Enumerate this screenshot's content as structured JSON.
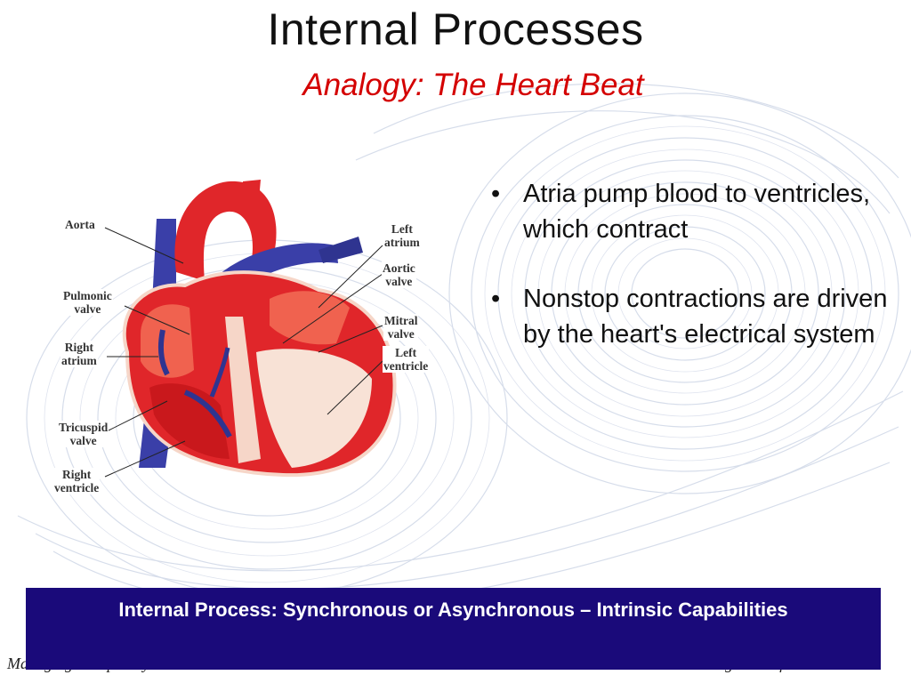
{
  "slide": {
    "title": "Internal Processes",
    "subtitle": "Analogy: The Heart Beat"
  },
  "bullets": [
    {
      "marker": "•",
      "text": "Atria pump blood to ventricles, which contract"
    },
    {
      "marker": "•",
      "text": "Nonstop contractions are driven by the heart's electrical system"
    }
  ],
  "diagram": {
    "labels": {
      "aorta": "Aorta",
      "pulmonic_valve_1": "Pulmonic",
      "pulmonic_valve_2": "valve",
      "right_atrium_1": "Right",
      "right_atrium_2": "atrium",
      "tricuspid_valve_1": "Tricuspid",
      "tricuspid_valve_2": "valve",
      "right_ventricle_1": "Right",
      "right_ventricle_2": "ventricle",
      "left_atrium_1": "Left",
      "left_atrium_2": "atrium",
      "aortic_valve_1": "Aortic",
      "aortic_valve_2": "valve",
      "mitral_valve_1": "Mitral",
      "mitral_valve_2": "valve",
      "left_ventricle_1": "Left",
      "left_ventricle_2": "ventricle"
    }
  },
  "banner": {
    "text": "Internal Process:  Synchronous or Asynchronous – Intrinsic Capabilities"
  },
  "footer": {
    "left": "Managing Complexity",
    "right": "Extracting Order from Chaos"
  },
  "colors": {
    "title": "#111111",
    "subtitle": "#d40000",
    "banner_bg": "#1a0a7a",
    "heart_red": "#e0262a",
    "vein_blue": "#3a3fa8"
  }
}
